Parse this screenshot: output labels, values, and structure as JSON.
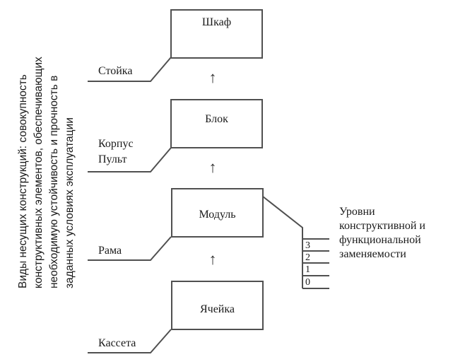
{
  "side_caption": {
    "lines": [
      "Виды несущих конструкций: совокупность",
      "конструктивных элементов, обеспечивающих",
      "необходимую устойчивость и прочность в",
      "заданных условиях эксплуатации"
    ]
  },
  "hierarchy": [
    {
      "level": "top",
      "box_label": "Шкаф",
      "side_label": [
        "Стойка"
      ]
    },
    {
      "level": "second",
      "box_label": "Блок",
      "side_label": [
        "Корпус",
        "Пульт"
      ]
    },
    {
      "level": "third",
      "box_label": "Модуль",
      "side_label": [
        "Рама"
      ]
    },
    {
      "level": "bottom",
      "box_label": "Ячейка",
      "side_label": [
        "Кассета"
      ]
    }
  ],
  "arrows": {
    "glyph": "↑",
    "count": 3
  },
  "levels_scale": {
    "numbers": [
      "3",
      "2",
      "1",
      "0"
    ],
    "legend_lines": [
      "Уровни",
      "конструктивной и",
      "функциональной",
      "заменяемости"
    ]
  },
  "colors": {
    "line": "#505050",
    "text": "#1a1a1a",
    "background": "#ffffff"
  }
}
